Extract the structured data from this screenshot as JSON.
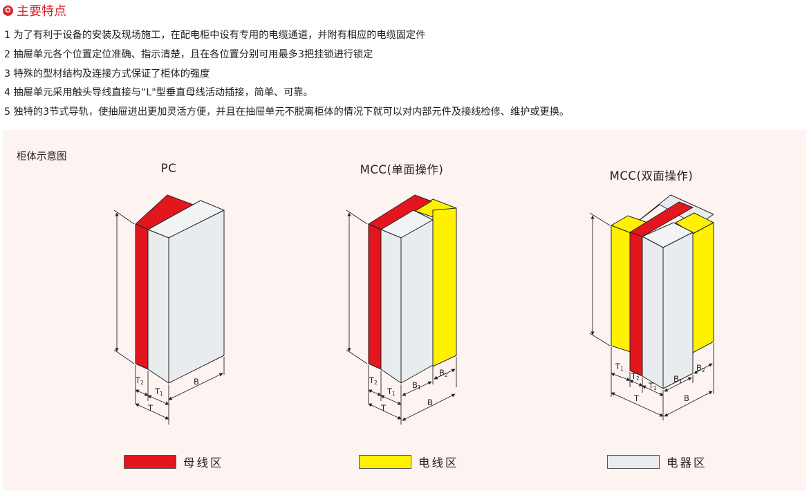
{
  "header": {
    "title": "主要特点",
    "icon": "star-badge-icon"
  },
  "features": [
    "1 为了有利于设备的安装及现场施工，在配电柜中设有专用的电缆通道，并附有相应的电缆固定件",
    "2 抽屉单元各个位置定位准确、指示清楚，且在各位置分别可用最多3把挂锁进行锁定",
    "3 特殊的型材结构及连接方式保证了柜体的强度",
    "4  抽屉单元采用触头导线直接与“L\"型垂直母线活动插接，简单、可靠。",
    "5  独特的3节式导轨，使抽屉进出更加灵活方便，并且在抽屉单元不脱离柜体的情况下就可以对内部元件及接线检修、维护或更换。"
  ],
  "diagram": {
    "panel_title": "柜体示意图",
    "cabinets": [
      {
        "title": "PC",
        "dims": {
          "t2": "T",
          "t2_sub": "2",
          "t1": "T",
          "t1_sub": "1",
          "b": "B",
          "t": "T"
        }
      },
      {
        "title": "MCC(单面操作)",
        "dims": {
          "t2": "T",
          "t2_sub": "2",
          "t1": "T",
          "t1_sub": "1",
          "b1": "B",
          "b1_sub": "1",
          "b2": "B",
          "b2_sub": "2",
          "t": "T",
          "b": "B"
        }
      },
      {
        "title": "MCC(双面操作)",
        "dims": {
          "t1a": "T",
          "t1a_sub": "1",
          "t2": "T",
          "t2_sub": "2",
          "t1b": "T",
          "t1b_sub": "1",
          "b1": "B",
          "b1_sub": "1",
          "b2": "B",
          "b2_sub": "2",
          "t": "T",
          "b": "B"
        }
      }
    ],
    "legend": [
      {
        "label": "母线区",
        "color": "#e3161e"
      },
      {
        "label": "电线区",
        "color": "#fff100"
      },
      {
        "label": "电器区",
        "color": "#e9ecee"
      }
    ]
  },
  "colors": {
    "accent": "#d6262b",
    "busbar": "#e3161e",
    "cable": "#fff100",
    "device": "#e9ecee",
    "device_top": "#f2f3f4",
    "panel_bg": "#fdf4f1"
  }
}
